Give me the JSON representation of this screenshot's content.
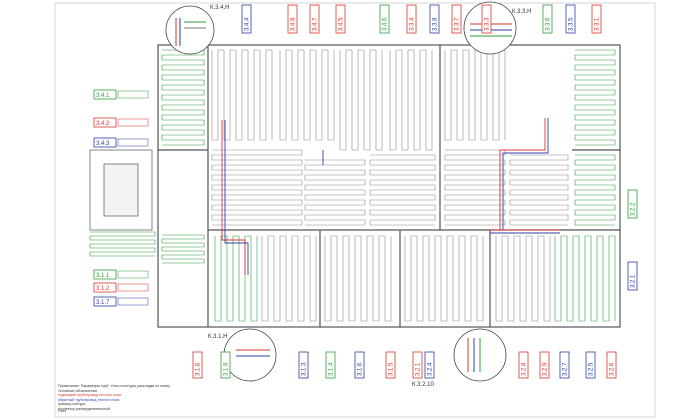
{
  "drawing": {
    "colors": {
      "red": "#d9342b",
      "green": "#2e9e3a",
      "blue": "#2c3fa8",
      "gray": "#777777",
      "pipe_gray": "#8a8a8a",
      "frame": "#555555"
    },
    "circuits_left": [
      {
        "id": "3.4.1",
        "color": "green"
      },
      {
        "id": "3.4.2",
        "color": "red"
      },
      {
        "id": "3.4.3",
        "color": "blue"
      },
      {
        "id": "3.1.1",
        "color": "green"
      },
      {
        "id": "3.1.2",
        "color": "red"
      },
      {
        "id": "3.1.7",
        "color": "blue"
      }
    ],
    "circuits_top": [
      {
        "id": "3.4.4",
        "color": "blue"
      },
      {
        "id": "3.4.8",
        "color": "red"
      },
      {
        "id": "3.4.7",
        "color": "red"
      },
      {
        "id": "3.4.5",
        "color": "red"
      },
      {
        "id": "3.4.6",
        "color": "green"
      },
      {
        "id": "3.3.4",
        "color": "red"
      },
      {
        "id": "3.3.8",
        "color": "blue"
      },
      {
        "id": "3.3.7",
        "color": "red"
      },
      {
        "id": "3.3.3",
        "color": "red"
      },
      {
        "id": "3.3.6",
        "color": "green"
      },
      {
        "id": "3.3.5",
        "color": "blue"
      },
      {
        "id": "3.3.1",
        "color": "red"
      }
    ],
    "circuits_bottom": [
      {
        "id": "3.1.6",
        "color": "red"
      },
      {
        "id": "3.1.9",
        "color": "green"
      },
      {
        "id": "3.1.3",
        "color": "blue"
      },
      {
        "id": "3.1.4",
        "color": "green"
      },
      {
        "id": "3.1.6",
        "color": "blue"
      },
      {
        "id": "3.1.5",
        "color": "red"
      },
      {
        "id": "3.2.1",
        "color": "red"
      },
      {
        "id": "3.2.4",
        "color": "blue"
      },
      {
        "id": "3.2.8",
        "color": "red"
      },
      {
        "id": "3.2.9",
        "color": "red"
      },
      {
        "id": "3.2.7",
        "color": "blue"
      },
      {
        "id": "3.2.5",
        "color": "blue"
      },
      {
        "id": "3.2.6",
        "color": "red"
      }
    ],
    "circuits_right": [
      {
        "id": "3.2.2",
        "color": "green"
      },
      {
        "id": "3.2.1",
        "color": "blue"
      }
    ],
    "collectors": [
      {
        "label": "К.3.4.Н"
      },
      {
        "label": "К.3.3.Н"
      },
      {
        "label": "К.3.1.Н"
      },
      {
        "label": "К.3.2.10"
      }
    ],
    "legend": {
      "title": "Примечание: Параметры труб. Углы и контуры раскладки по плану",
      "items": [
        "Условные обозначения",
        "подающий трубопровод теплого пола",
        "обратный трубопровод теплого пола",
        "граница контура",
        "коллектор распределительный"
      ],
      "stamp": "Лист"
    }
  }
}
